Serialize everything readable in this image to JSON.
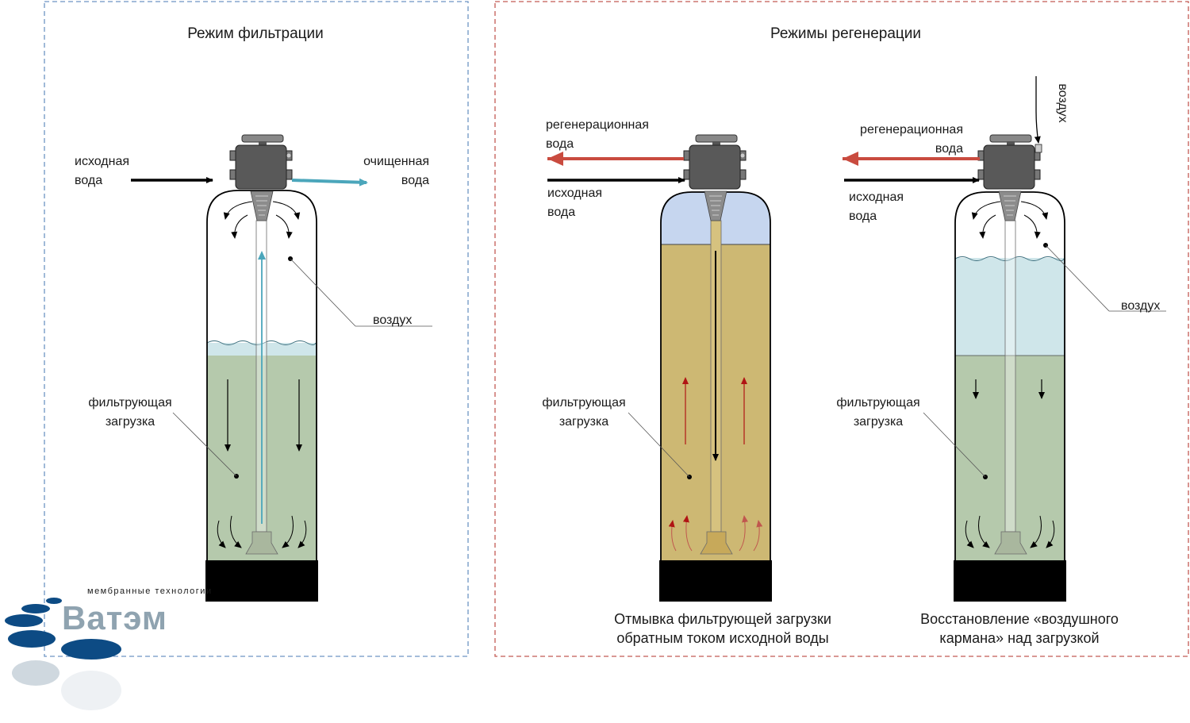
{
  "panels": {
    "filtration": {
      "title": "Режим фильтрации"
    },
    "regeneration": {
      "title": "Режимы регенерации"
    }
  },
  "labels": {
    "source_water": [
      "исходная",
      "вода"
    ],
    "clean_water": [
      "очищенная",
      "вода"
    ],
    "regen_water": [
      "регенерационная",
      "вода"
    ],
    "air": "воздух",
    "filter_media": [
      "фильтрующая",
      "загрузка"
    ],
    "air_vertical": "воздух"
  },
  "captions": {
    "backwash": [
      "Отмывка фильтрующей загрузки",
      "обратным током исходной воды"
    ],
    "air_restore": [
      "Восстановление «воздушного",
      "кармана» над загрузкой"
    ]
  },
  "logo": {
    "tagline": "мембранные технологии",
    "name": "Ватэм"
  },
  "colors": {
    "media_green": "#b5c9ac",
    "media_tan": "#cdb873",
    "water_blue": "#cfe6ea",
    "water_blue_top": "#c6d6ef",
    "clean_arrow": "#4ba6bb",
    "regen_arrow": "#c94b3f",
    "valve": "#595959",
    "base": "#000000",
    "filtration_frame": "#6d94c4",
    "regeneration_frame": "#c25b54",
    "logo_blue": "#0d4b84",
    "logo_gray": "#8fa3b0"
  }
}
